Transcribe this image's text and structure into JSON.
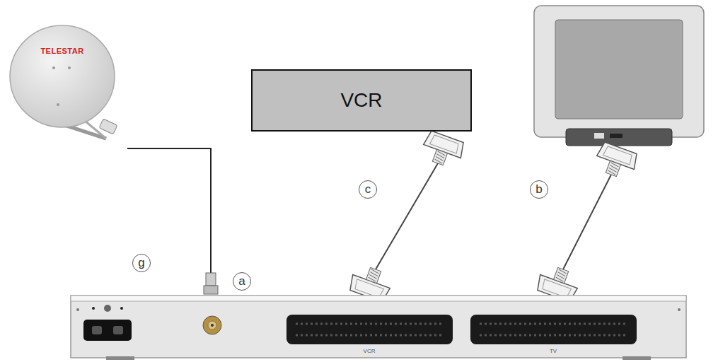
{
  "diagram": {
    "nodes": [
      {
        "text": [
          "VCR"
        ]
      }
    ],
    "labels": [
      "TELESTAR",
      "a",
      "c",
      "b",
      "g",
      "VCR",
      "TV"
    ]
  }
}
